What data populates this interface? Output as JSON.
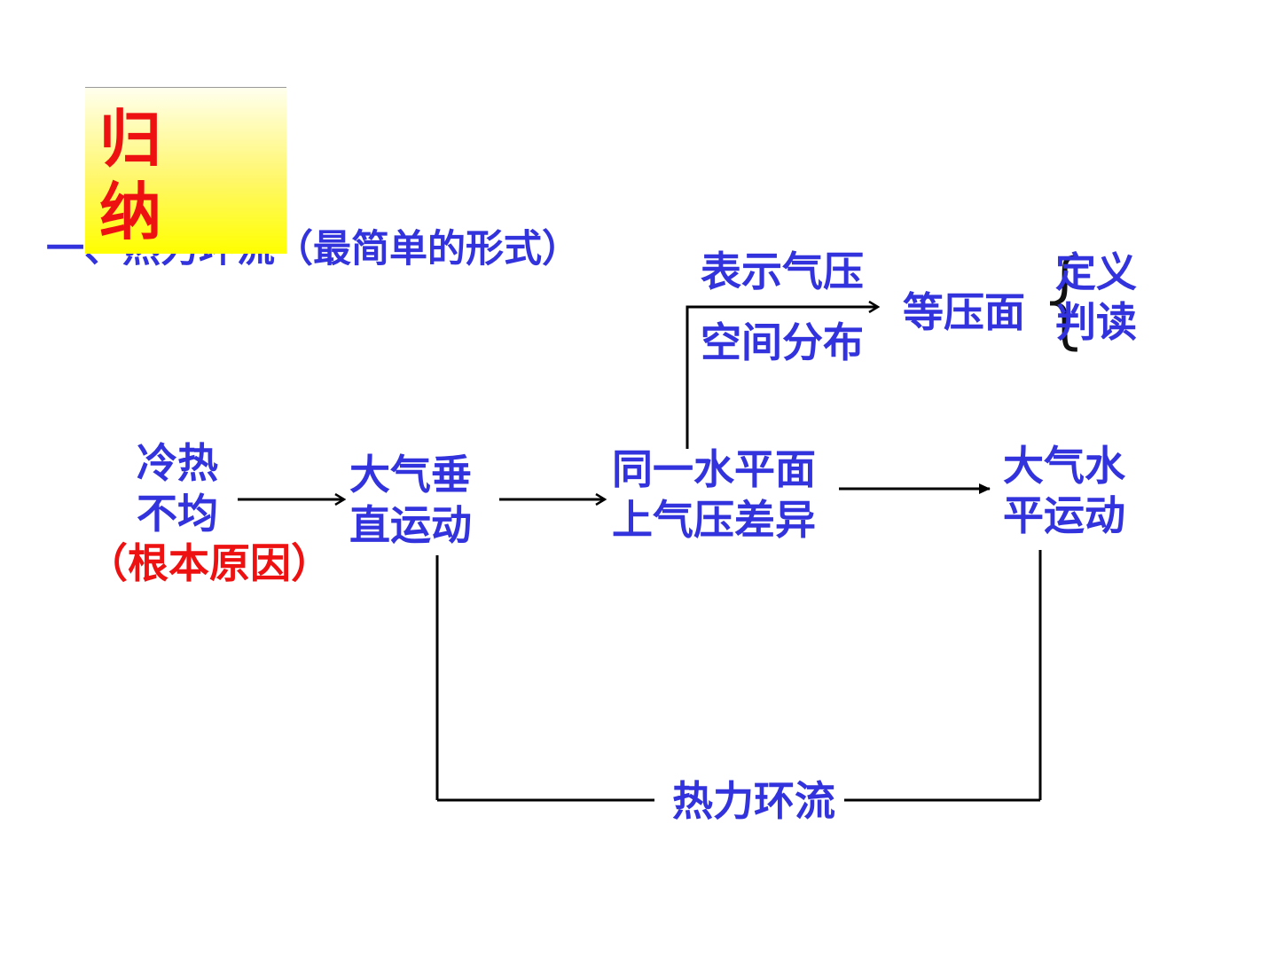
{
  "badge": {
    "char1": "归",
    "char2": "纳"
  },
  "heading": "一、热力环流（最简单的形式）",
  "nodes": {
    "cause_line1": "冷热",
    "cause_line2": "不均",
    "cause_note": "（根本原因）",
    "vertical_line1": "大气垂",
    "vertical_line2": "直运动",
    "pressure_line1": "同一水平面",
    "pressure_line2": "上气压差异",
    "horizontal_line1": "大气水",
    "horizontal_line2": "平运动",
    "repr_top": "表示气压",
    "repr_bottom": "空间分布",
    "isobaric": "等压面",
    "brace_item1": "定义",
    "brace_item2": "判读",
    "circulation": "热力环流"
  },
  "colors": {
    "text": "#3333dd",
    "accent": "#ee1111",
    "line": "#000000"
  }
}
